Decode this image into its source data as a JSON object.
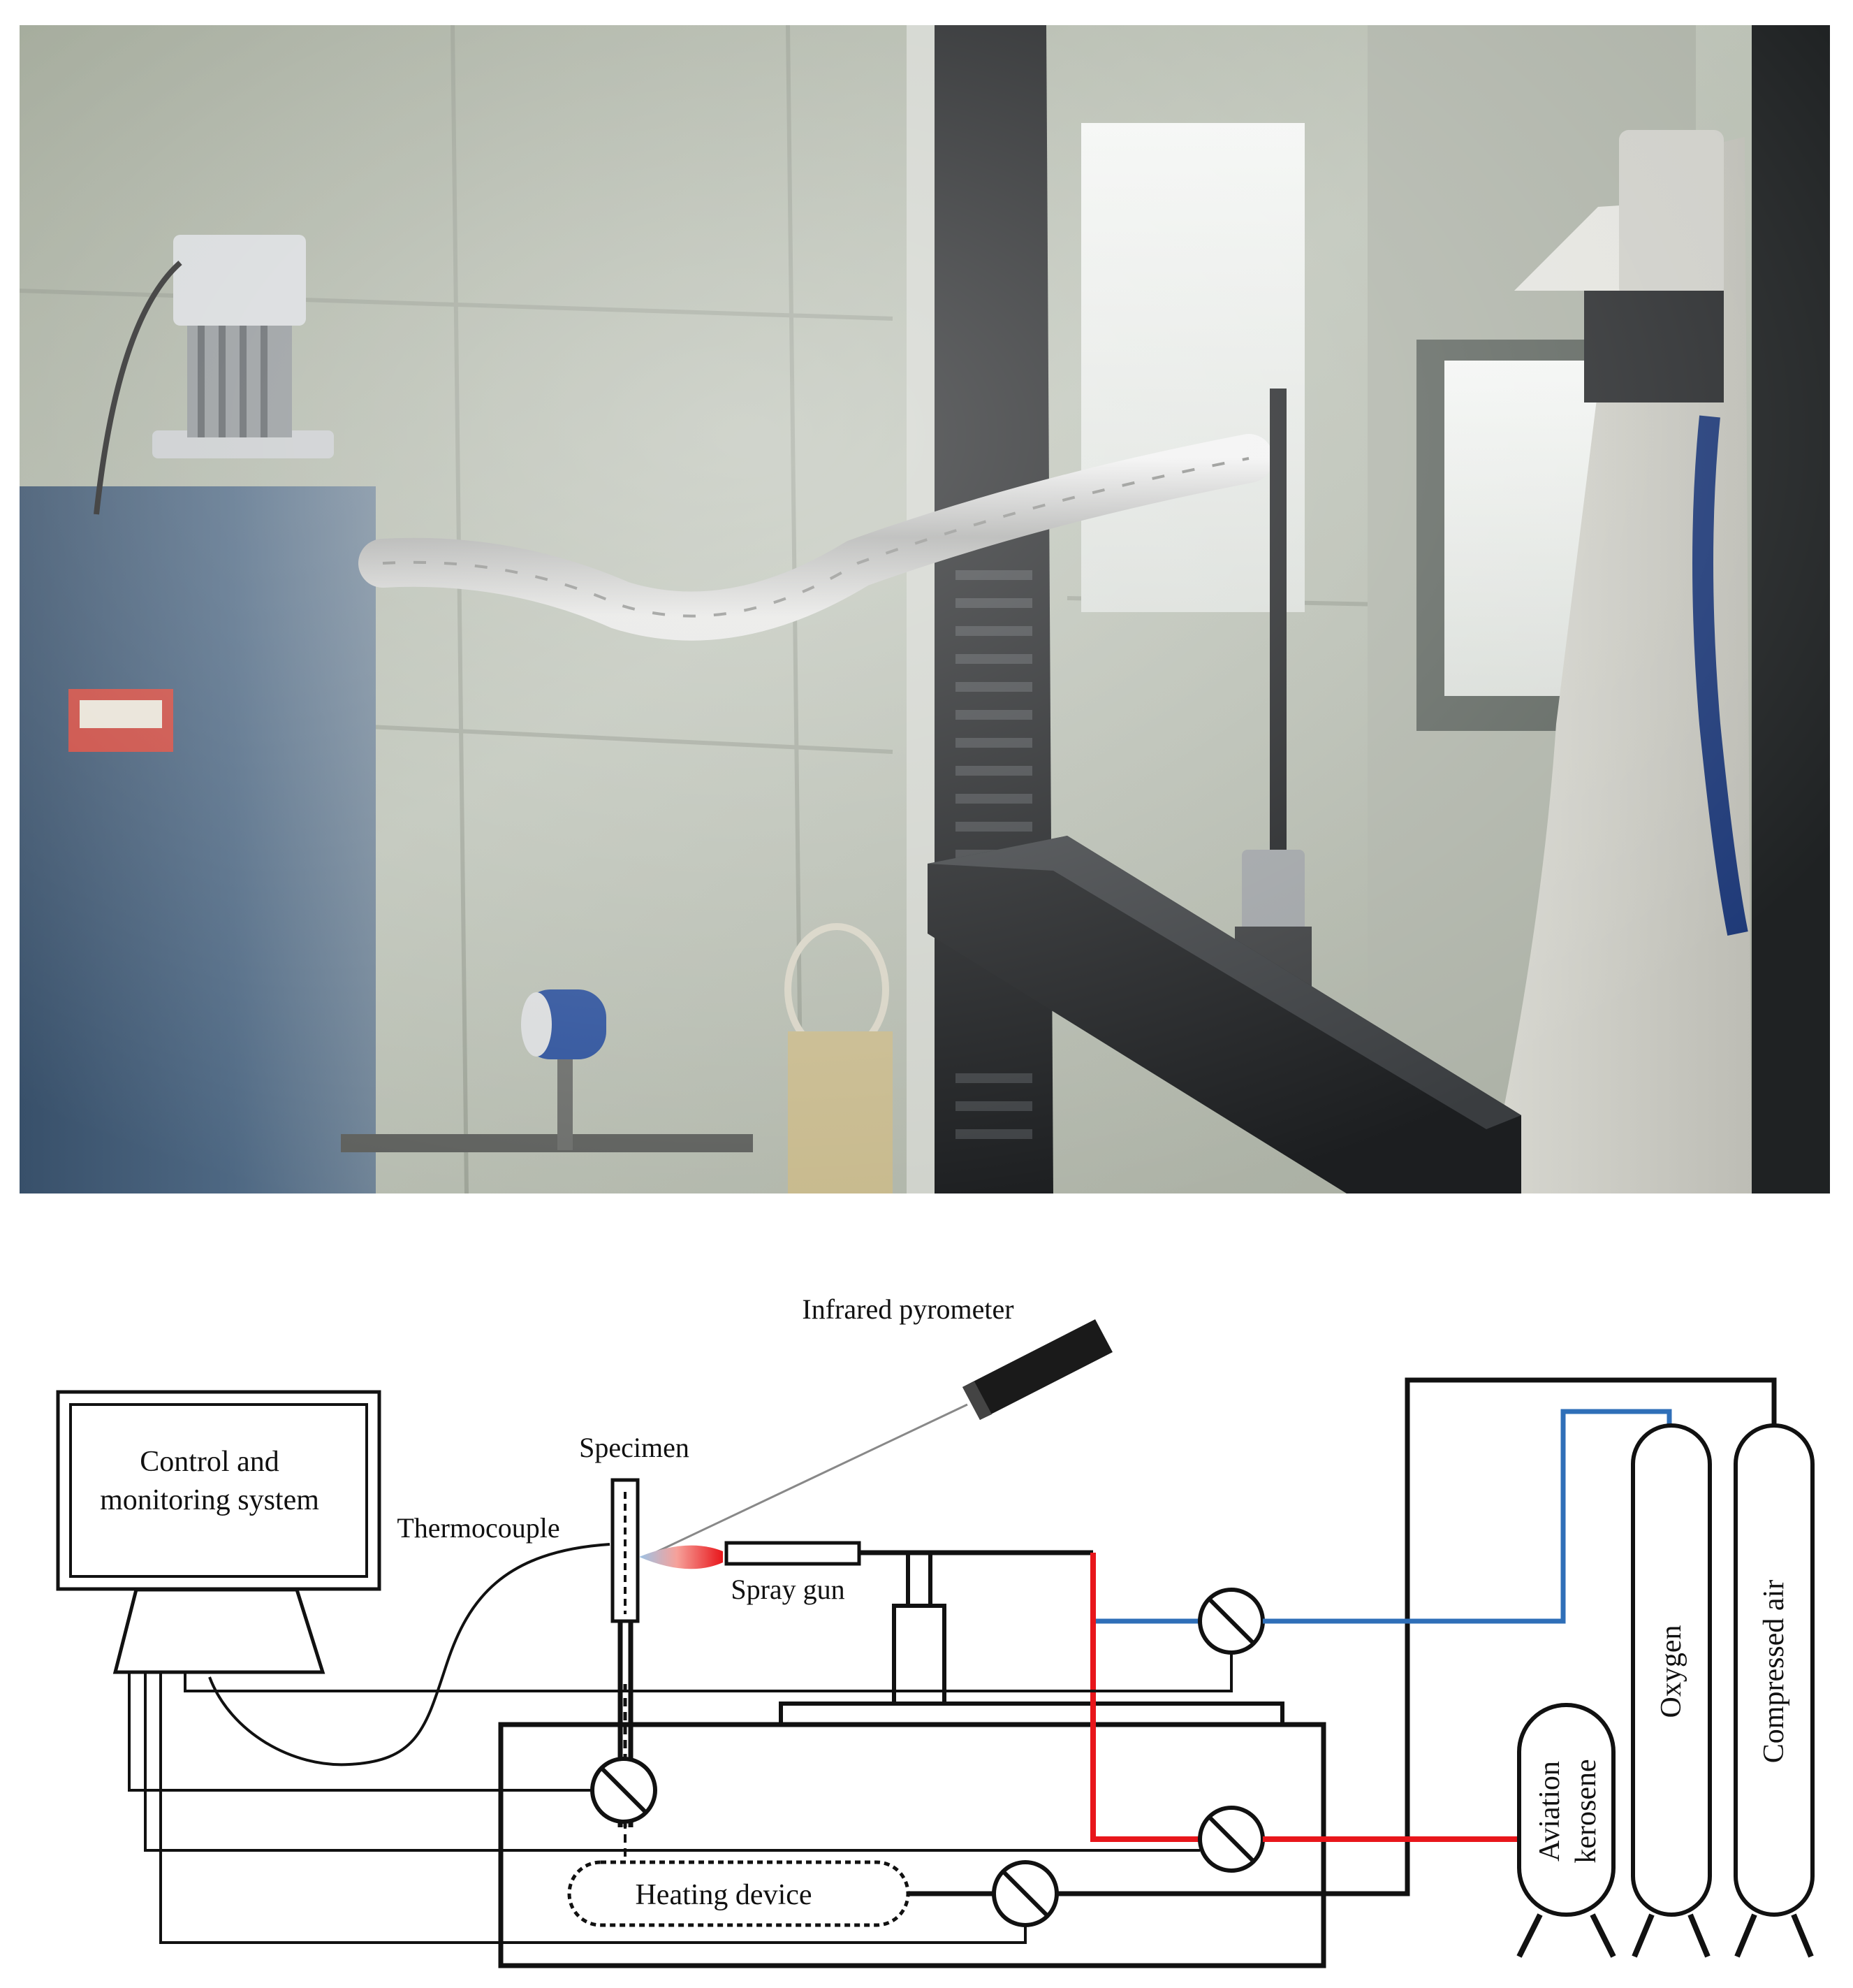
{
  "labels": {
    "infrared_pyrometer": "Infrared pyrometer",
    "specimen": "Specimen",
    "control_line1": "Control and",
    "control_line2": "monitoring system",
    "thermocouple": "Thermocouple",
    "spray_gun": "Spray gun",
    "heating_device": "Heating device",
    "kerosene_line1": "Aviation",
    "kerosene_line2": "kerosene",
    "oxygen": "Oxygen",
    "compressed_air": "Compressed air"
  },
  "colors": {
    "oxygen_line": "#2f6fb8",
    "kerosene_line": "#e8161b",
    "wire": "#111111"
  }
}
